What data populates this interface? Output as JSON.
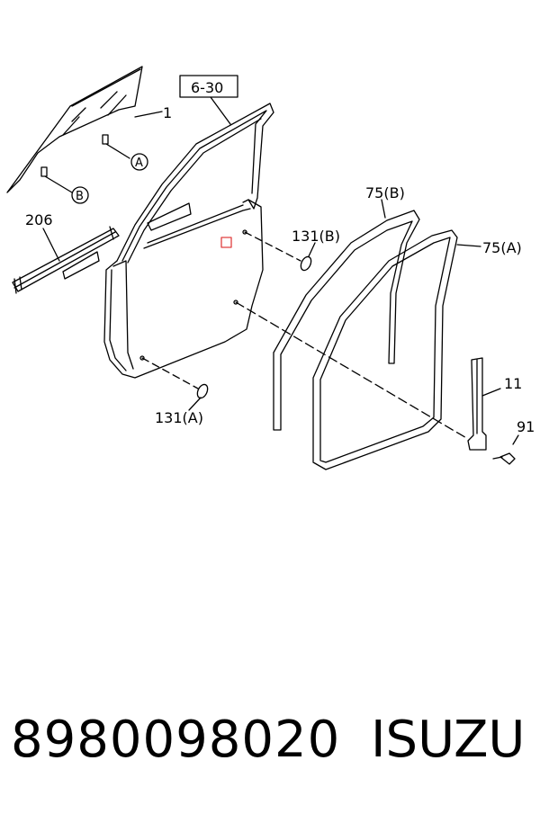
{
  "diagram": {
    "labels": {
      "ref_box": "6-30",
      "glass": "1",
      "label_206": "206",
      "label_131b": "131(B)",
      "label_131a": "131(A)",
      "label_75b": "75(B)",
      "label_75a": "75(A)",
      "label_11": "11",
      "label_91": "91",
      "callout_a": "A",
      "callout_b": "B"
    },
    "accent_colors": {
      "line": "#000000",
      "marker": "#e04040"
    }
  },
  "footer": {
    "part_number": "8980098020",
    "brand": "ISUZU"
  }
}
